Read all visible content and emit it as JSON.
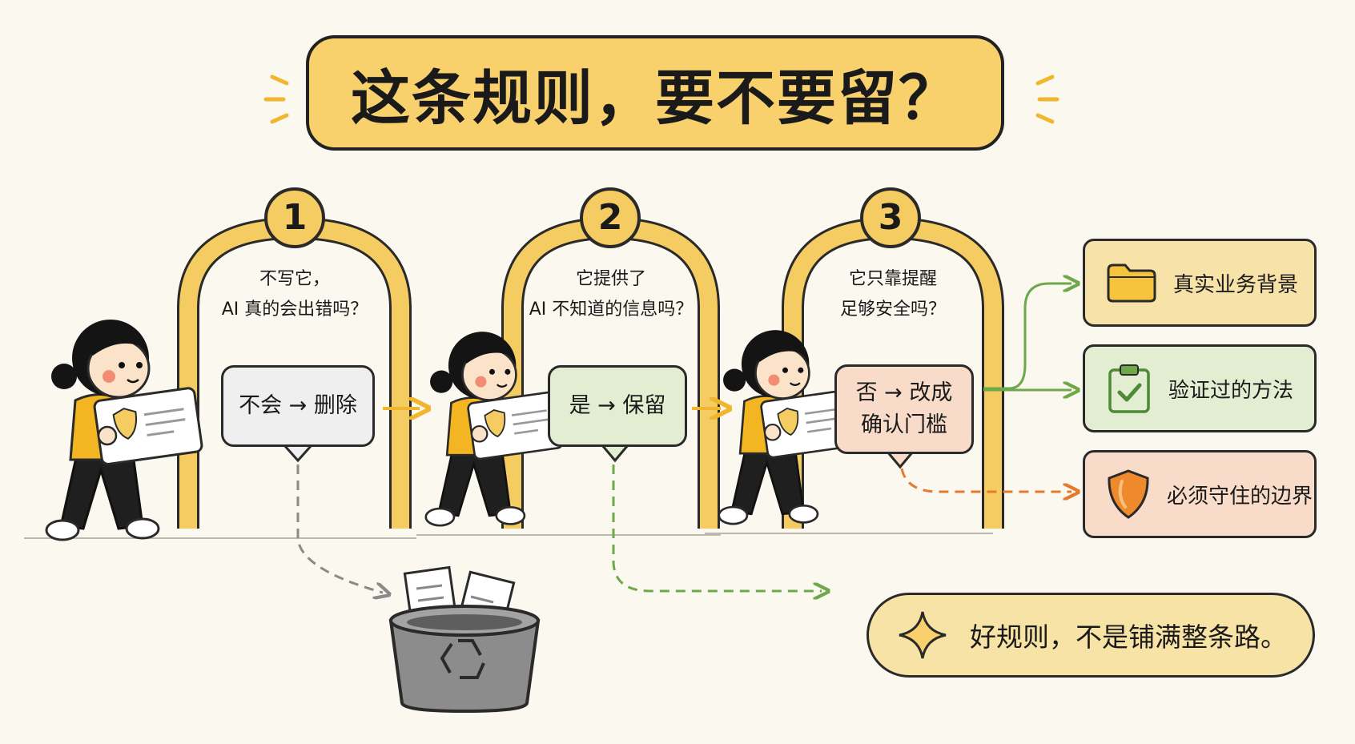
{
  "title": "这条规则，要不要留？",
  "steps": [
    {
      "number": "1",
      "question": [
        "不写它，",
        "AI 真的会出错吗？"
      ],
      "result": [
        "不会 → 删除"
      ]
    },
    {
      "number": "2",
      "question": [
        "它提供了",
        "AI 不知道的信息吗？"
      ],
      "result": [
        "是 → 保留"
      ]
    },
    {
      "number": "3",
      "question": [
        "它只靠提醒",
        "足够安全吗？"
      ],
      "result": [
        "否 → 改成",
        "确认门槛"
      ]
    }
  ],
  "outcomes": [
    {
      "label": "真实业务背景",
      "icon": "folder-icon",
      "color": "#f7e2a8"
    },
    {
      "label": "验证过的方法",
      "icon": "clipboard-check-icon",
      "color": "#e3edd2"
    },
    {
      "label": "必须守住的边界",
      "icon": "shield-icon",
      "color": "#f8dcc9"
    }
  ],
  "footer": {
    "text": "好规则，不是铺满整条路。",
    "icon": "sparkle-icon"
  },
  "colors": {
    "title_bg": "#f8d06c",
    "arch": "#f5cc62",
    "green": "#6ea84b",
    "orange": "#e57a2e",
    "gray": "#8a8a8a"
  }
}
